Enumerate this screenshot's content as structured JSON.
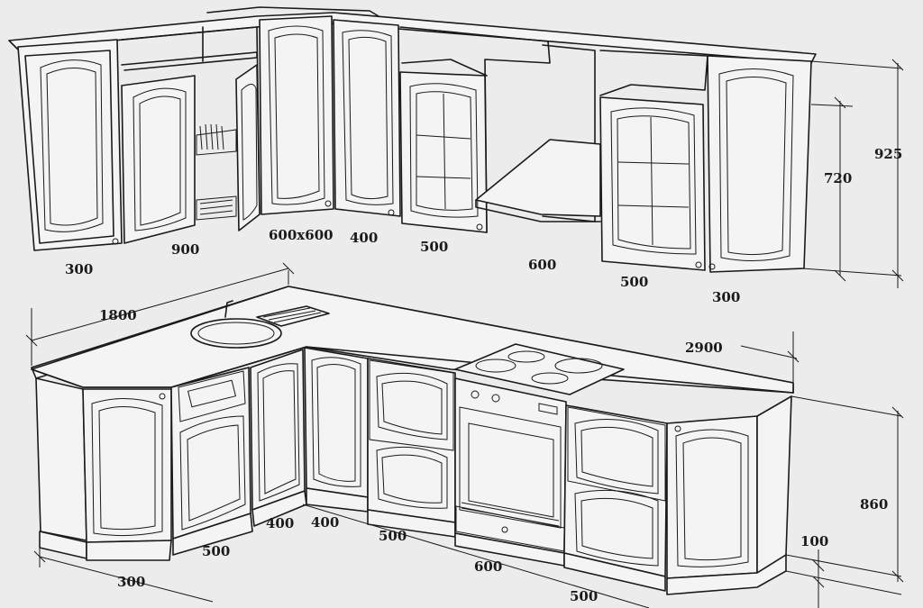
{
  "dimensions": {
    "upper_left_end": "300",
    "upper_left_pair": "900",
    "upper_corner": "600x600",
    "upper_400": "400",
    "upper_glass_500": "500",
    "upper_hood": "600",
    "upper_right_glass_500": "500",
    "upper_right_end": "300",
    "upper_total_height": "925",
    "upper_door_height": "720",
    "counter_left_length": "1800",
    "counter_right_length": "2900",
    "base_height": "860",
    "plinth_height": "100",
    "base_left_end": "300",
    "base_drawer_500": "500",
    "base_corner_400": "400",
    "base_corner_400b": "400",
    "base_drawers_500": "500",
    "base_oven_600": "600",
    "base_right_500": "500"
  }
}
